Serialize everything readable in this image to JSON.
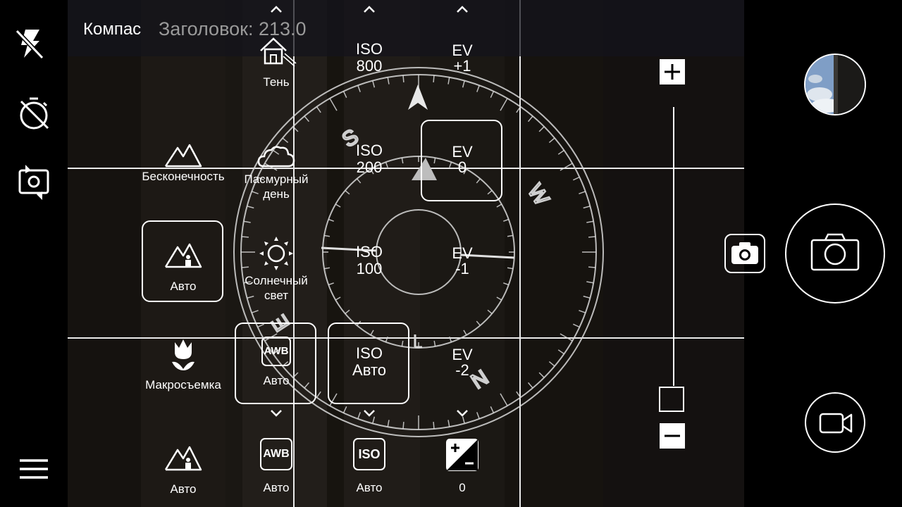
{
  "topbar": {
    "title": "Компас",
    "heading": "Заголовок: 213.0"
  },
  "left_rail": {
    "flash_icon": "flash-off-icon",
    "timer_icon": "timer-off-icon",
    "switch_icon": "switch-camera-icon",
    "menu_icon": "menu-icon"
  },
  "scene_column": {
    "items": [
      {
        "label": "Бесконечность",
        "icon": "mountains-icon"
      },
      {
        "label": "Авто",
        "icon": "mountain-person-icon",
        "selected": true
      },
      {
        "label": "Макросъемка",
        "icon": "tulip-icon"
      }
    ],
    "bottom": {
      "label": "Авто",
      "icon": "mountain-person-icon"
    }
  },
  "wb_column": {
    "items": [
      {
        "label": "Тень",
        "icon": "house-shade-icon"
      },
      {
        "label": "Пасмурный день",
        "icon": "cloud-icon"
      },
      {
        "label": "Солнечный свет",
        "icon": "sun-icon"
      },
      {
        "label": "Авто",
        "icon": "awb-icon",
        "selected": true
      }
    ],
    "bottom": {
      "label": "Авто",
      "icon": "awb-icon"
    },
    "awb_text": "AWB"
  },
  "iso_column": {
    "items": [
      {
        "line1": "ISO",
        "line2": "800"
      },
      {
        "line1": "ISO",
        "line2": "200"
      },
      {
        "line1": "ISO",
        "line2": "100"
      },
      {
        "line1": "ISO",
        "line2": "Авто",
        "selected": true
      }
    ],
    "bottom": {
      "label": "Авто",
      "icon_text": "ISO"
    }
  },
  "ev_column": {
    "items": [
      {
        "line1": "EV",
        "line2": "+1"
      },
      {
        "line1": "EV",
        "line2": "0",
        "selected": true
      },
      {
        "line1": "EV",
        "line2": "-1"
      },
      {
        "line1": "EV",
        "line2": "-2"
      }
    ],
    "bottom": {
      "label": "0",
      "icon": "exposure-icon"
    }
  },
  "compass": {
    "heading_degrees": 213.0,
    "letters": [
      "S",
      "W",
      "N",
      "E"
    ]
  },
  "zoom": {
    "plus": "+",
    "minus": "−",
    "level": 0.0
  },
  "right_rail": {
    "gallery_icon": "gallery-thumbnail",
    "shutter_icon": "camera-icon",
    "photo_mode_icon": "camera-small-icon",
    "video_icon": "video-icon"
  },
  "colors": {
    "accent": "#ffffff",
    "topbar_bg": "#14141c",
    "heading_text": "#9a9a9a"
  }
}
